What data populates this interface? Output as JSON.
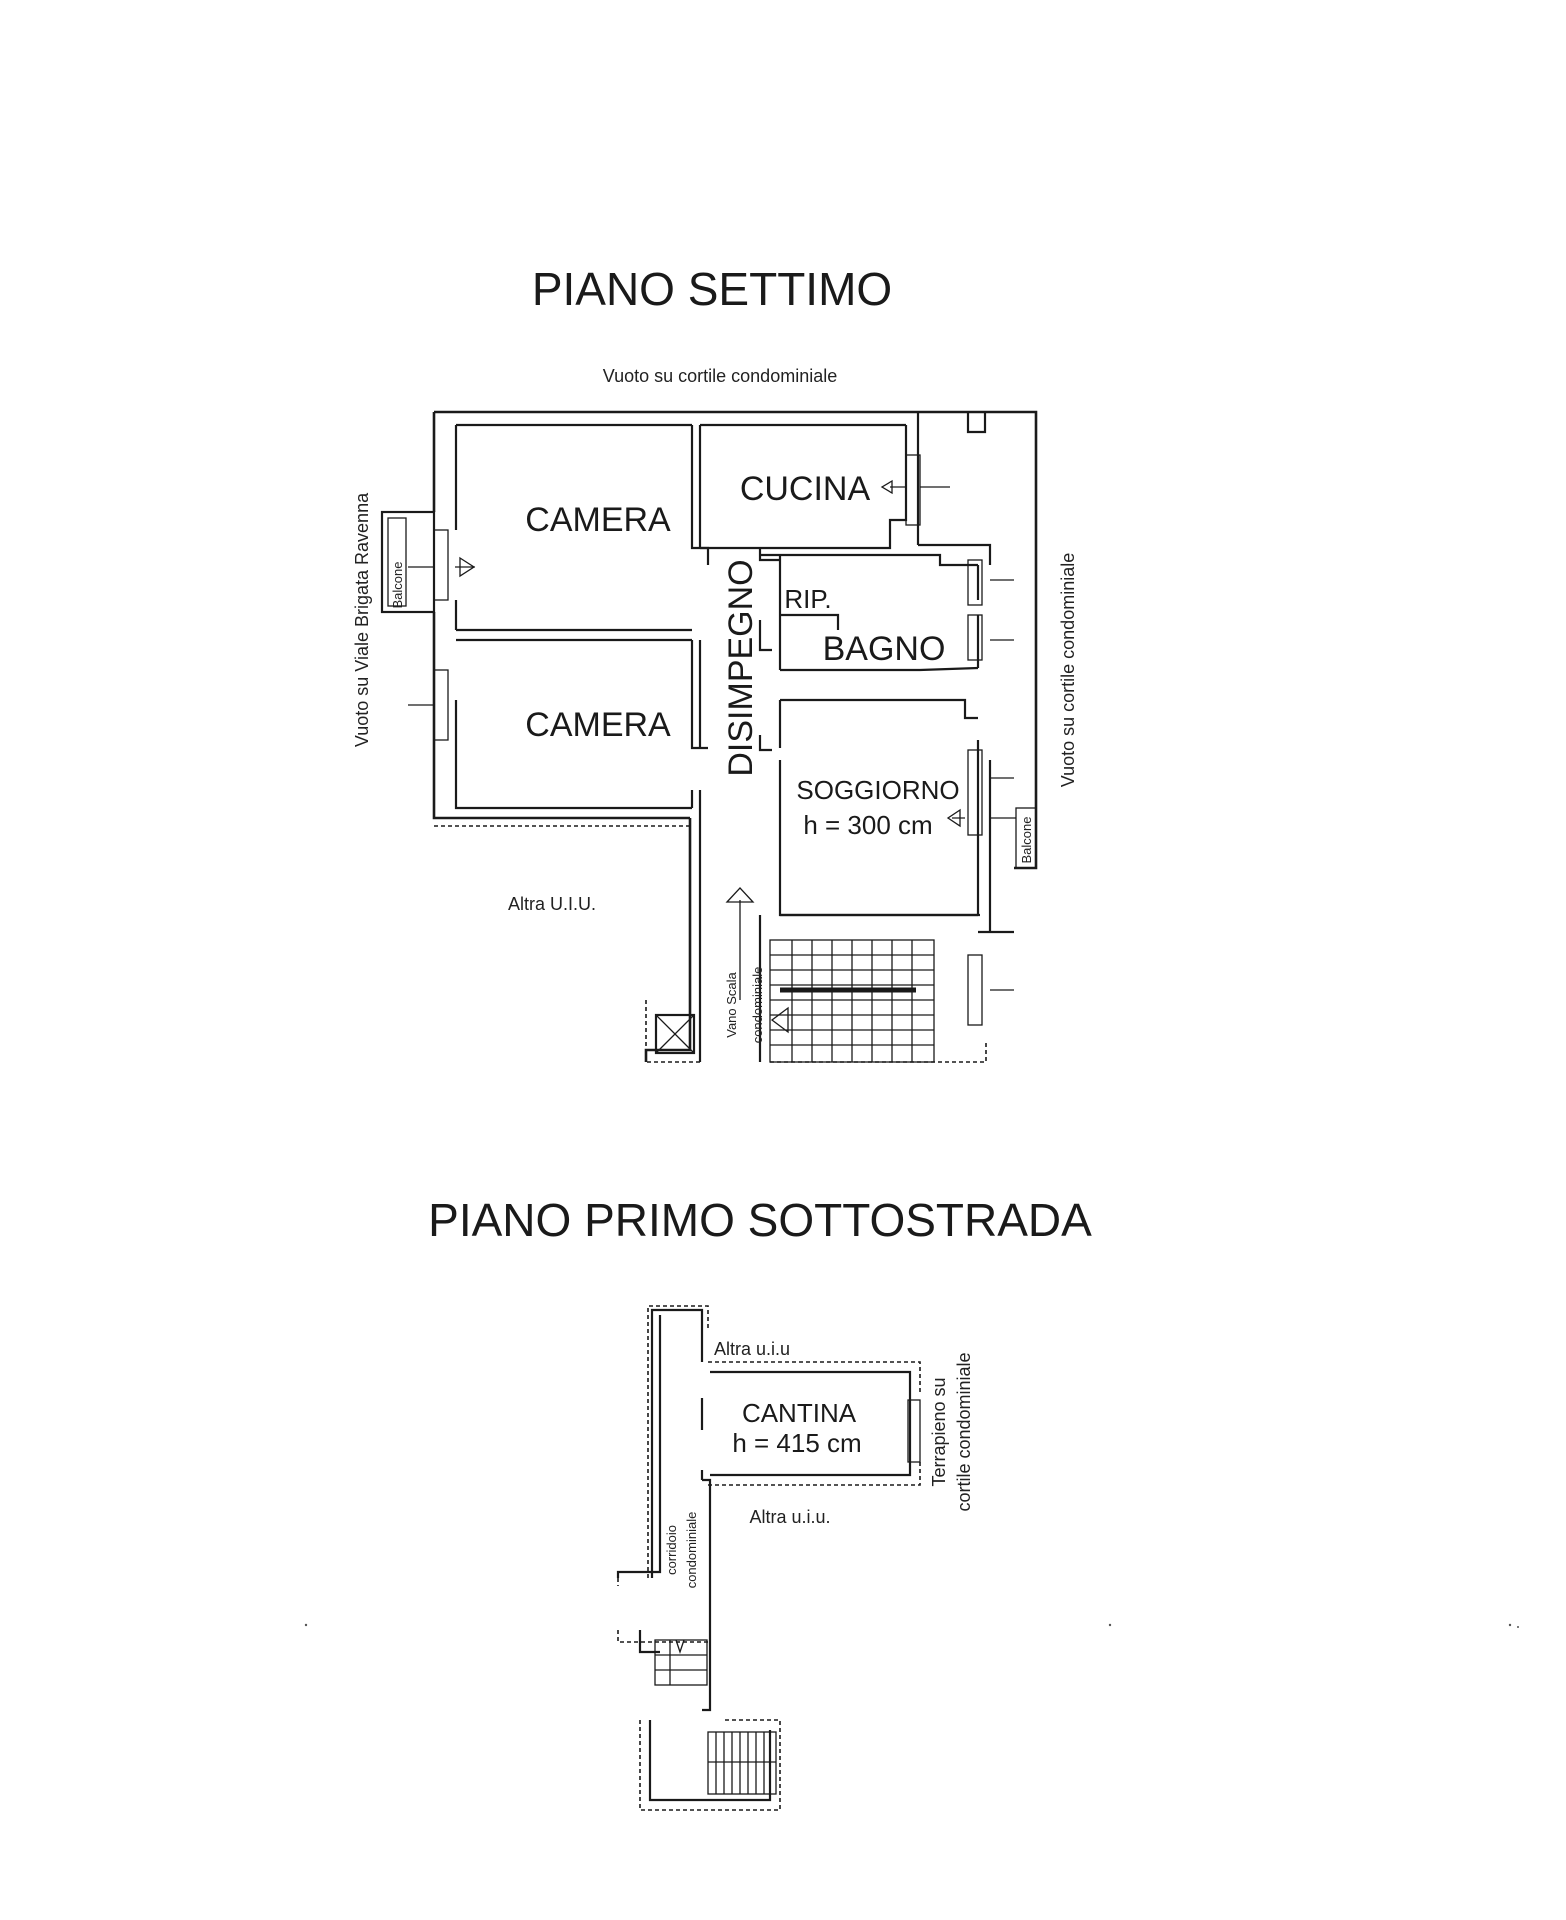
{
  "floor_7": {
    "title": "PIANO SETTIMO",
    "top_note": "Vuoto su cortile condominiale",
    "left_note": "Vuoto su Viale Brigata Ravenna",
    "right_note": "Vuoto su cortile condominiale",
    "other_unit": "Altra U.I.U.",
    "stair_label_1": "Vano Scala",
    "stair_label_2": "condominiale",
    "balcony_left": "Balcone",
    "balcony_right": "Balcone",
    "rooms": {
      "camera_1": "CAMERA",
      "camera_2": "CAMERA",
      "cucina": "CUCINA",
      "disimpegno": "DISIMPEGNO",
      "rip": "RIP.",
      "bagno": "BAGNO",
      "soggiorno": "SOGGIORNO",
      "soggiorno_height": "h = 300 cm"
    }
  },
  "basement": {
    "title": "PIANO PRIMO SOTTOSTRADA",
    "other_unit_top": "Altra u.i.u",
    "other_unit_bottom": "Altra u.i.u.",
    "cantina": "CANTINA",
    "cantina_height": "h = 415 cm",
    "right_note_1": "Terrapieno su",
    "right_note_2": "cortile condominiale",
    "corridor_1": "corridoio",
    "corridor_2": "condominiale"
  }
}
